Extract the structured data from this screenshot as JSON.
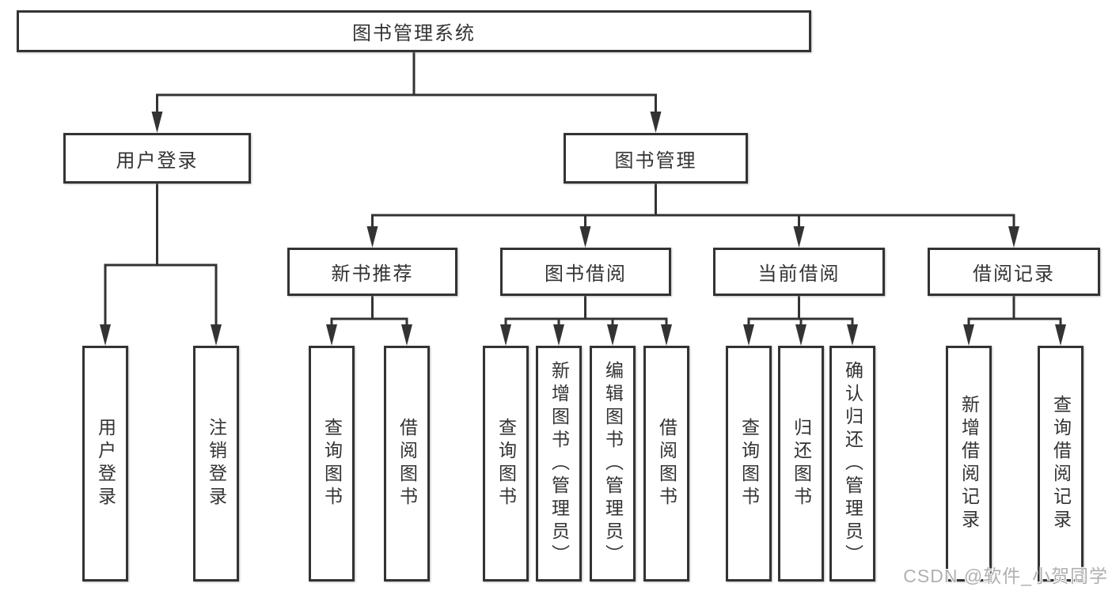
{
  "diagram": {
    "type": "hierarchy-tree",
    "colors": {
      "line": "#333333",
      "text": "#333333",
      "box_background": "#ffffff",
      "page_background": "#ffffff",
      "watermark": "#b0b0b0"
    },
    "root": {
      "label": "图书管理系统"
    },
    "children": [
      {
        "label": "用户登录",
        "children": [
          {
            "label": "用户登录"
          },
          {
            "label": "注销登录"
          }
        ]
      },
      {
        "label": "图书管理",
        "children": [
          {
            "label": "新书推荐",
            "children": [
              {
                "label": "查询图书"
              },
              {
                "label": "借阅图书"
              }
            ]
          },
          {
            "label": "图书借阅",
            "children": [
              {
                "label": "查询图书"
              },
              {
                "label": "新增图书（管理员）"
              },
              {
                "label": "编辑图书（管理员）"
              },
              {
                "label": "借阅图书"
              }
            ]
          },
          {
            "label": "当前借阅",
            "children": [
              {
                "label": "查询图书"
              },
              {
                "label": "归还图书"
              },
              {
                "label": "确认归还（管理员）"
              }
            ]
          },
          {
            "label": "借阅记录",
            "children": [
              {
                "label": "新增借阅记录"
              },
              {
                "label": "查询借阅记录"
              }
            ]
          }
        ]
      }
    ],
    "watermark": "CSDN @软件_小贺同学"
  }
}
